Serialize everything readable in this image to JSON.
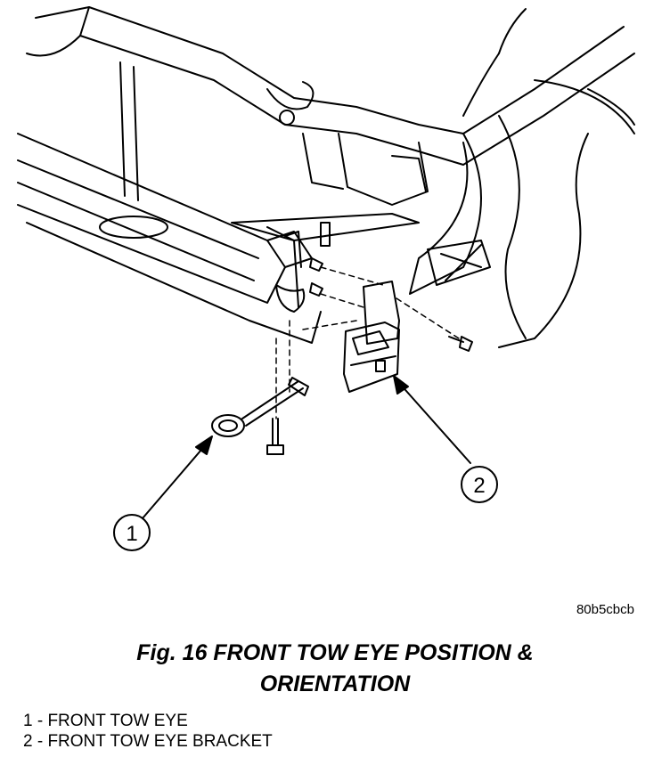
{
  "figure_code": "80b5cbcb",
  "caption": {
    "line1": "Fig. 16 FRONT TOW EYE POSITION &",
    "line2": "ORIENTATION"
  },
  "callouts": [
    {
      "number": "1",
      "label": "1 - FRONT TOW EYE"
    },
    {
      "number": "2",
      "label": "2 - FRONT TOW EYE BRACKET"
    }
  ]
}
